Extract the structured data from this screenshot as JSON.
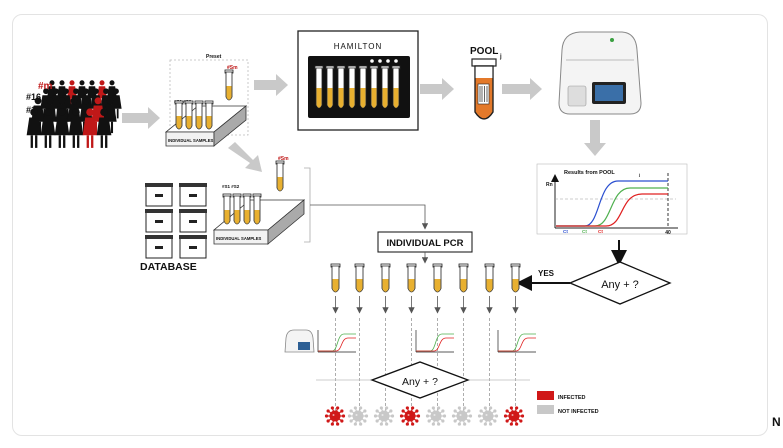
{
  "people": {
    "label_m": "#m",
    "label_16": "#16",
    "label_1": "#1"
  },
  "preset": {
    "title": "Preset",
    "rack_label": "INDIVIDUAL SAMPLES",
    "sample_labels": "#S1 #S2",
    "tube_top_label": "#Sm"
  },
  "database": {
    "label": "DATABASE",
    "rack_label": "INDIVIDUAL SAMPLES",
    "sample_labels": "#S1 #S2",
    "tube_top_label": "#Sm"
  },
  "hamilton": {
    "label": "HAMILTON"
  },
  "pool": {
    "label": "POOL",
    "subscript": "j"
  },
  "results": {
    "title": "Results from POOL",
    "title_sub": "j",
    "y_label": "Rn",
    "x_end": "40",
    "ct_labels": [
      "Ct",
      "Ct",
      "Ct"
    ],
    "series_colors": [
      "#2a4fd0",
      "#4fb04f",
      "#e02020"
    ]
  },
  "individual_pcr": {
    "label": "INDIVIDUAL PCR"
  },
  "decision_top": {
    "label": "Any + ?",
    "yes_label": "YES"
  },
  "decision_bottom": {
    "label": "Any + ?"
  },
  "legend": {
    "infected_label": "INFECTED",
    "not_infected_label": "NOT INFECTED",
    "infected_color": "#d01818",
    "not_infected_color": "#c8c8c8"
  },
  "virus_states": [
    "infected",
    "not",
    "not",
    "infected",
    "not",
    "not",
    "not",
    "infected"
  ],
  "corner_letter": "N"
}
